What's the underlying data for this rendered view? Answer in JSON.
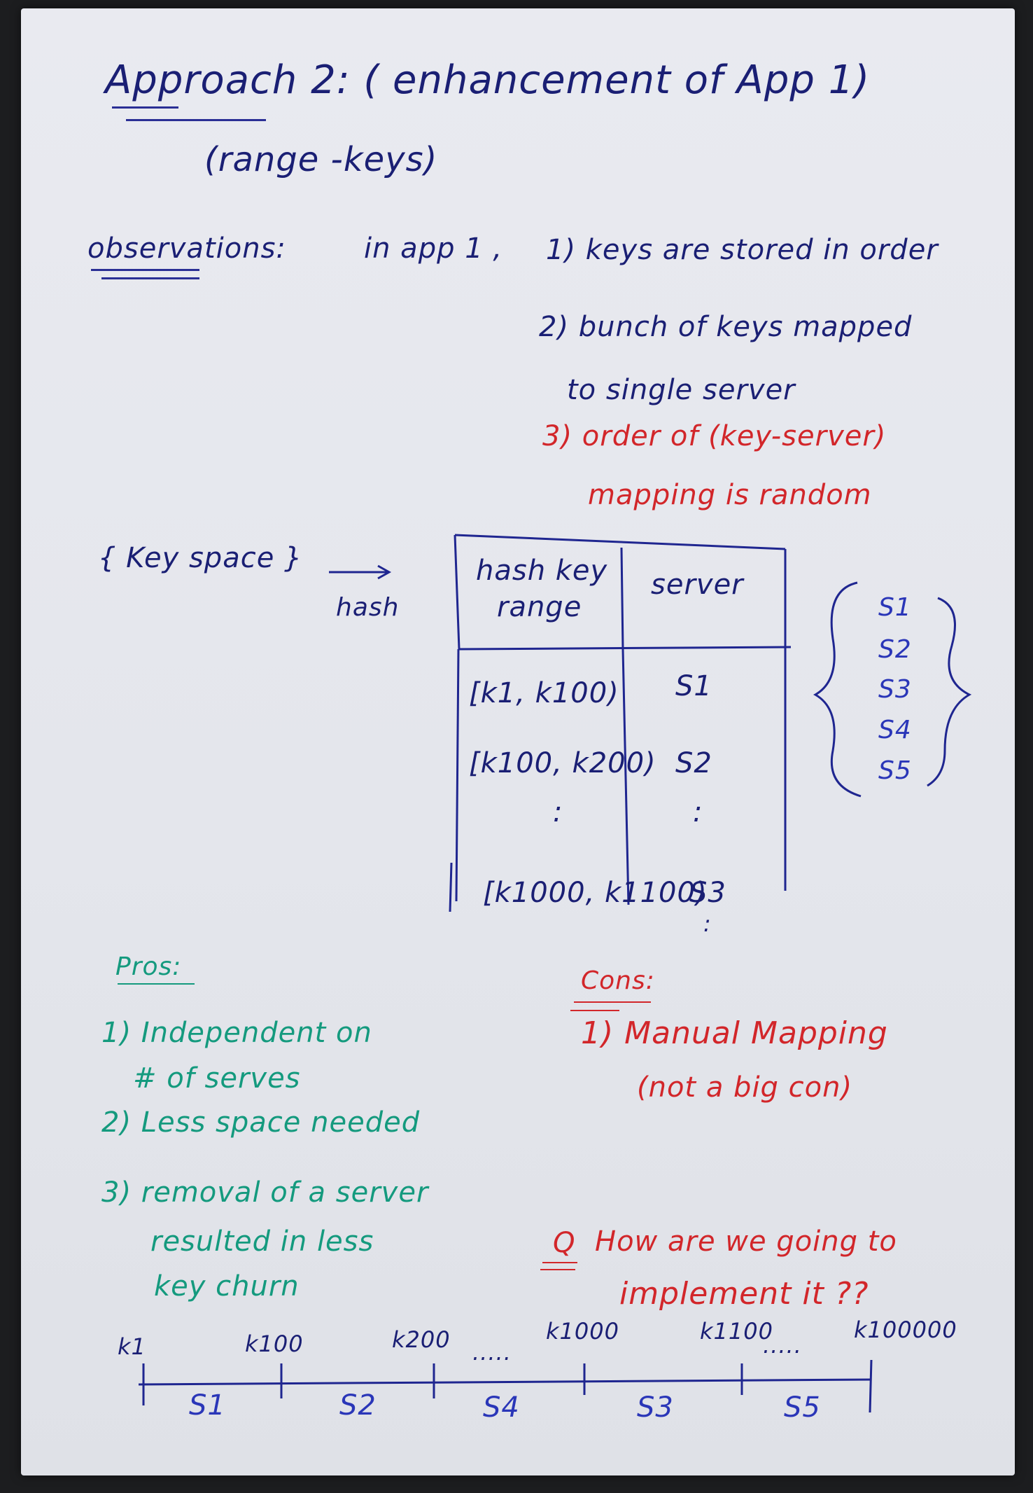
{
  "title": {
    "line1": "Approach 2: ( enhancement of App 1)",
    "line2": "(range -keys)"
  },
  "observations": {
    "label": "observations:",
    "intro": "in app 1 ,",
    "item1": "1) keys are stored in order",
    "item2_a": "2) bunch of keys mapped",
    "item2_b": "to single server",
    "item3_a": "3) order of (key-server)",
    "item3_b": "mapping is random"
  },
  "keyspace": {
    "label": "{ Key space }",
    "arrow_label": "hash"
  },
  "table": {
    "header_range_1": "hash key",
    "header_range_2": "range",
    "header_server": "server",
    "rows": [
      {
        "range": "[k1, k100)",
        "server": "S1"
      },
      {
        "range": "[k100, k200)",
        "server": "S2"
      },
      {
        "range": ":",
        "server": ":"
      },
      {
        "range": "[k1000, k1100)",
        "server": "S3"
      }
    ],
    "trailing_mark": ":"
  },
  "servers": [
    "S1",
    "S2",
    "S3",
    "S4",
    "S5"
  ],
  "pros": {
    "label": "Pros:",
    "item1_a": "1) Independent on",
    "item1_b": "# of serves",
    "item2": "2) Less space needed",
    "item3_a": "3) removal of a server",
    "item3_b": "resulted in less",
    "item3_c": "key churn"
  },
  "cons": {
    "label": "Cons:",
    "item1_a": "1) Manual Mapping",
    "item1_b": "(not a big con)"
  },
  "question": {
    "mark": "Q",
    "line1": "How are we going to",
    "line2": "implement it ??"
  },
  "axis": {
    "ticks": [
      "k1",
      "k100",
      "k200",
      "k1000",
      "k1100",
      "k100000"
    ],
    "dots": ".....",
    "segments": [
      "S1",
      "S2",
      "S4",
      "S3",
      "S5"
    ]
  },
  "colors": {
    "blue_ink": "#1f2690",
    "red_ink": "#d2262a",
    "teal_ink": "#149a7e",
    "paper": "#e6e8ee"
  }
}
